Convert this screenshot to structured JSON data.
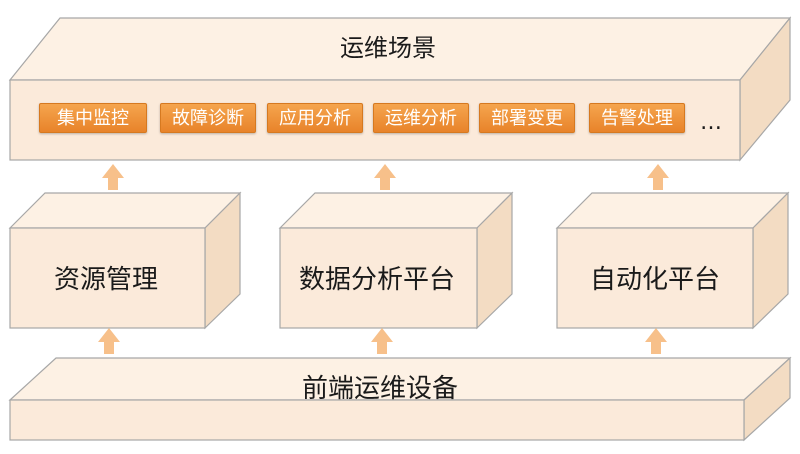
{
  "scene": {
    "title": "运维场景",
    "items": [
      "集中监控",
      "故障诊断",
      "应用分析",
      "运维分析",
      "部署变更",
      "告警处理"
    ],
    "more": "…"
  },
  "platforms": [
    {
      "title": "资源管理"
    },
    {
      "title": "数据分析平台"
    },
    {
      "title": "自动化平台"
    }
  ],
  "base": {
    "title": "前端运维设备"
  },
  "colors": {
    "box_front": "#fbeada",
    "box_top": "#fdf1e4",
    "box_side": "#f3dcc3",
    "box_stroke": "#a7a7a7",
    "arrow": "#f7c08a",
    "tag": "#ee8e33"
  }
}
